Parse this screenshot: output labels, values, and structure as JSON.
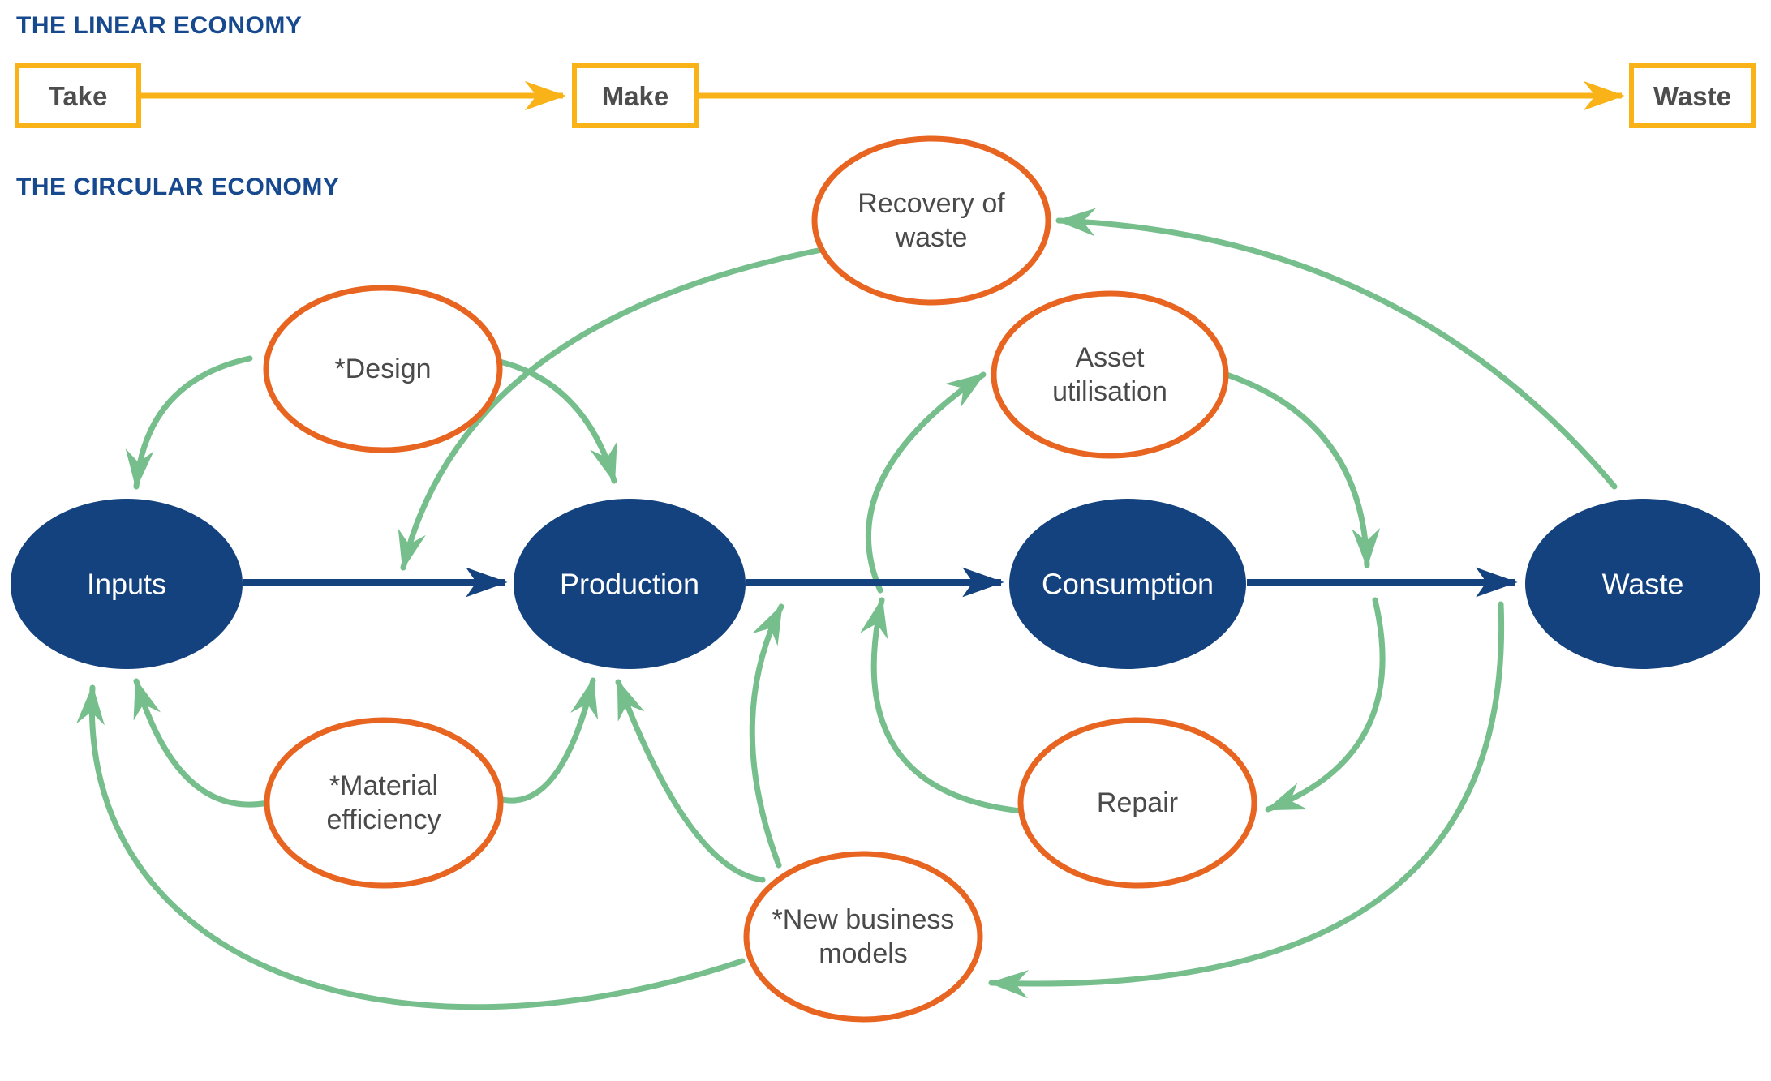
{
  "colors": {
    "title_blue": "#17498F",
    "node_blue": "#14427E",
    "orange": "#E86521",
    "green": "#76BE8C",
    "yellow": "#F9B217",
    "label_gray": "#4A4A4A",
    "blue_node_text": "#FFFFFF"
  },
  "linear_economy": {
    "title": "THE LINEAR ECONOMY",
    "stages": [
      {
        "label": "Take"
      },
      {
        "label": "Make"
      },
      {
        "label": "Waste"
      }
    ],
    "flows": [
      {
        "from": "Take",
        "to": "Make"
      },
      {
        "from": "Make",
        "to": "Waste"
      }
    ]
  },
  "circular_economy": {
    "title": "THE CIRCULAR ECONOMY",
    "main_flow_nodes": {
      "inputs": {
        "label": "Inputs"
      },
      "production": {
        "label": "Production"
      },
      "consumption": {
        "label": "Consumption"
      },
      "waste": {
        "label": "Waste"
      }
    },
    "main_flows": [
      {
        "from": "Inputs",
        "to": "Production"
      },
      {
        "from": "Production",
        "to": "Consumption"
      },
      {
        "from": "Consumption",
        "to": "Waste"
      }
    ],
    "intervention_nodes": {
      "design": {
        "line1": "*Design"
      },
      "recovery_of_waste": {
        "line1": "Recovery of",
        "line2": "waste"
      },
      "asset_utilisation": {
        "line1": "Asset",
        "line2": "utilisation"
      },
      "material_efficiency": {
        "line1": "*Material",
        "line2": "efficiency"
      },
      "repair": {
        "line1": "Repair"
      },
      "new_business_models": {
        "line1": "*New business",
        "line2": "models"
      }
    },
    "green_flows": [
      {
        "from": "design",
        "to": "inputs"
      },
      {
        "from": "design",
        "to": "production"
      },
      {
        "from": "recovery_of_waste",
        "to": "inputs-production-flow"
      },
      {
        "from": "waste",
        "to": "recovery_of_waste"
      },
      {
        "from": "production-consumption-flow",
        "to": "asset_utilisation"
      },
      {
        "from": "asset_utilisation",
        "to": "consumption-waste-flow"
      },
      {
        "from": "consumption-waste-flow",
        "to": "repair"
      },
      {
        "from": "repair",
        "to": "production-consumption-flow"
      },
      {
        "from": "new_business_models",
        "to": "production"
      },
      {
        "from": "new_business_models",
        "to": "production-consumption-flow"
      },
      {
        "from": "material_efficiency",
        "to": "production"
      },
      {
        "from": "material_efficiency",
        "to": "inputs"
      },
      {
        "from": "waste",
        "to": "new_business_models"
      },
      {
        "from": "new_business_models",
        "to": "inputs"
      }
    ]
  }
}
